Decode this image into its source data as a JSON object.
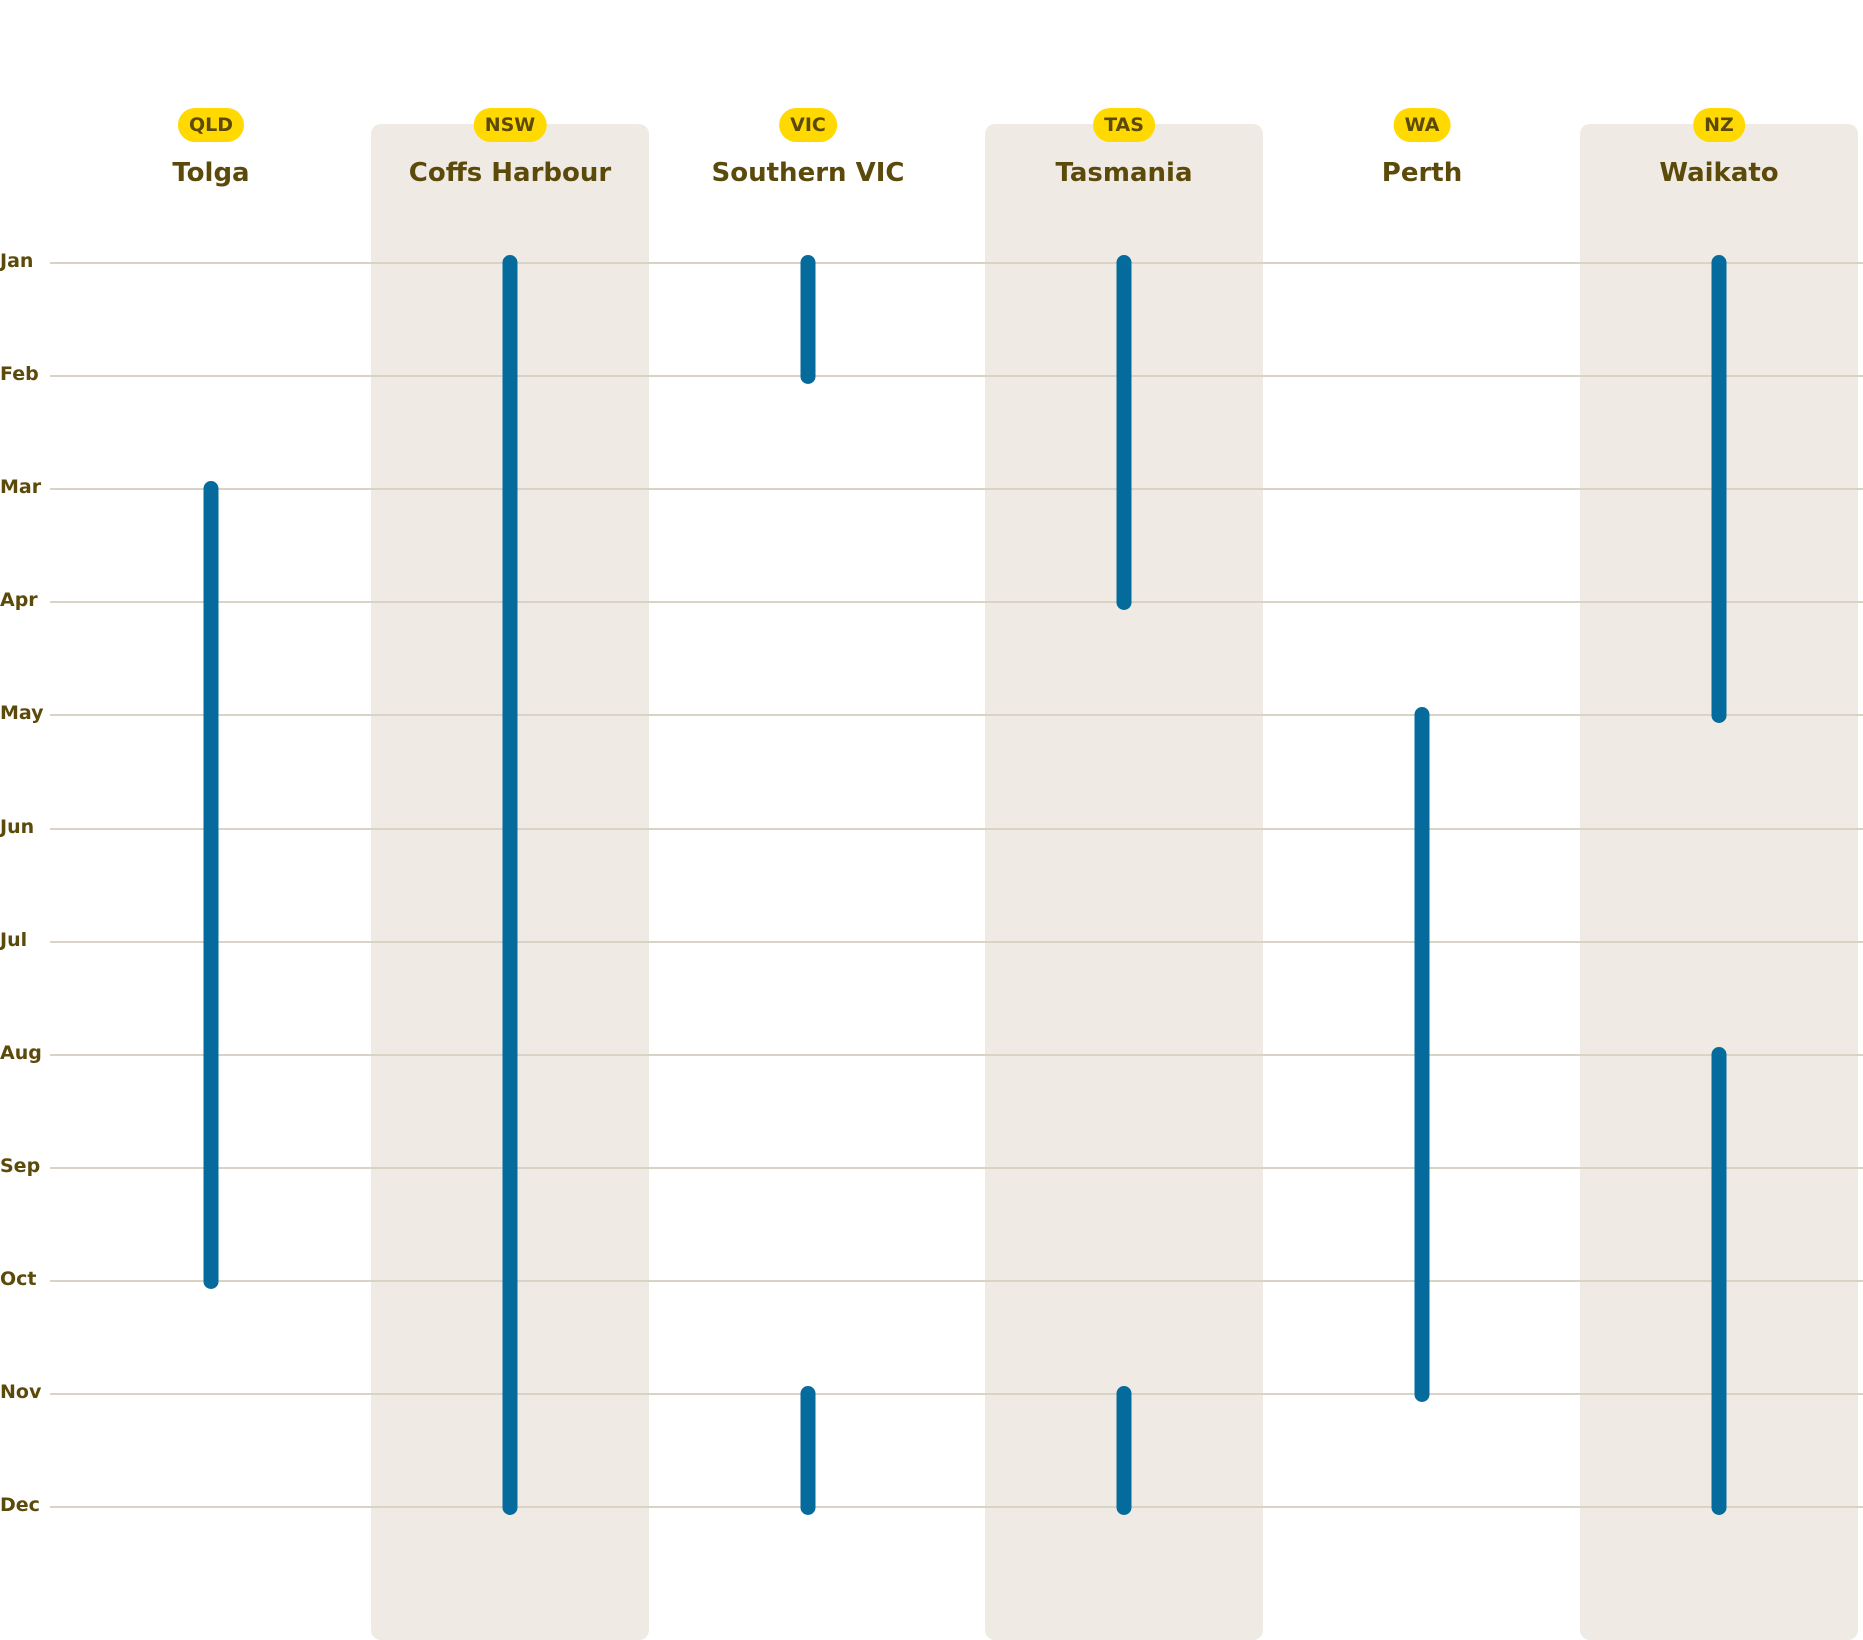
{
  "chart_data": {
    "type": "timeline",
    "title": "",
    "months": [
      "Jan",
      "Feb",
      "Mar",
      "Apr",
      "May",
      "Jun",
      "Jul",
      "Aug",
      "Sep",
      "Oct",
      "Nov",
      "Dec"
    ],
    "bar_color": "#046b9c",
    "series": [
      {
        "state": "QLD",
        "name": "Tolga",
        "shaded": false,
        "ranges": [
          [
            "Mar",
            "Oct"
          ]
        ]
      },
      {
        "state": "NSW",
        "name": "Coffs Harbour",
        "shaded": true,
        "ranges": [
          [
            "Jan",
            "Dec"
          ]
        ]
      },
      {
        "state": "VIC",
        "name": "Southern VIC",
        "shaded": false,
        "ranges": [
          [
            "Jan",
            "Feb"
          ],
          [
            "Nov",
            "Dec"
          ]
        ]
      },
      {
        "state": "TAS",
        "name": "Tasmania",
        "shaded": true,
        "ranges": [
          [
            "Jan",
            "Apr"
          ],
          [
            "Nov",
            "Dec"
          ]
        ]
      },
      {
        "state": "WA",
        "name": "Perth",
        "shaded": false,
        "ranges": [
          [
            "May",
            "Nov"
          ]
        ]
      },
      {
        "state": "NZ",
        "name": "Waikato",
        "shaded": true,
        "ranges": [
          [
            "Jan",
            "May"
          ],
          [
            "Aug",
            "Dec"
          ]
        ]
      }
    ]
  }
}
